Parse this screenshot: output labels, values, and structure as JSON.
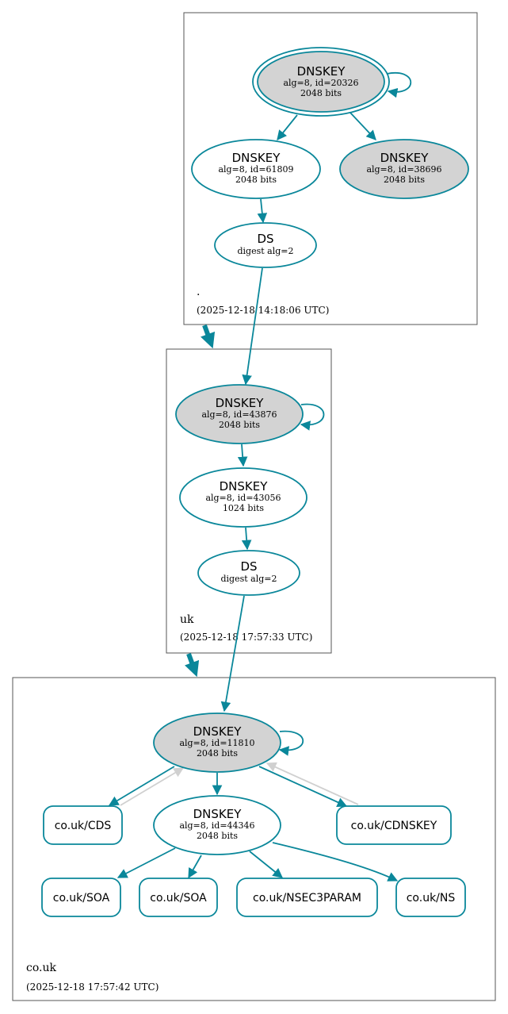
{
  "zones": {
    "root": {
      "name": ".",
      "timestamp": "(2025-12-18 14:18:06 UTC)"
    },
    "uk": {
      "name": "uk",
      "timestamp": "(2025-12-18 17:57:33 UTC)"
    },
    "couk": {
      "name": "co.uk",
      "timestamp": "(2025-12-18 17:57:42 UTC)"
    }
  },
  "nodes": {
    "root_ksk": {
      "title": "DNSKEY",
      "line1": "alg=8, id=20326",
      "line2": "2048 bits"
    },
    "root_zsk1": {
      "title": "DNSKEY",
      "line1": "alg=8, id=61809",
      "line2": "2048 bits"
    },
    "root_zsk2": {
      "title": "DNSKEY",
      "line1": "alg=8, id=38696",
      "line2": "2048 bits"
    },
    "uk_ds": {
      "title": "DS",
      "line1": "digest alg=2"
    },
    "uk_ksk": {
      "title": "DNSKEY",
      "line1": "alg=8, id=43876",
      "line2": "2048 bits"
    },
    "uk_zsk": {
      "title": "DNSKEY",
      "line1": "alg=8, id=43056",
      "line2": "1024 bits"
    },
    "couk_ds": {
      "title": "DS",
      "line1": "digest alg=2"
    },
    "couk_ksk": {
      "title": "DNSKEY",
      "line1": "alg=8, id=11810",
      "line2": "2048 bits"
    },
    "couk_zsk": {
      "title": "DNSKEY",
      "line1": "alg=8, id=44346",
      "line2": "2048 bits"
    }
  },
  "records": {
    "cds": "co.uk/CDS",
    "cdnskey": "co.uk/CDNSKEY",
    "soa1": "co.uk/SOA",
    "soa2": "co.uk/SOA",
    "nsec3param": "co.uk/NSEC3PARAM",
    "ns": "co.uk/NS"
  },
  "colors": {
    "edge": "#0a879a",
    "edge_inactive": "#d0d0d0",
    "sep_fill": "#d3d3d3",
    "zone_border": "#555555"
  }
}
